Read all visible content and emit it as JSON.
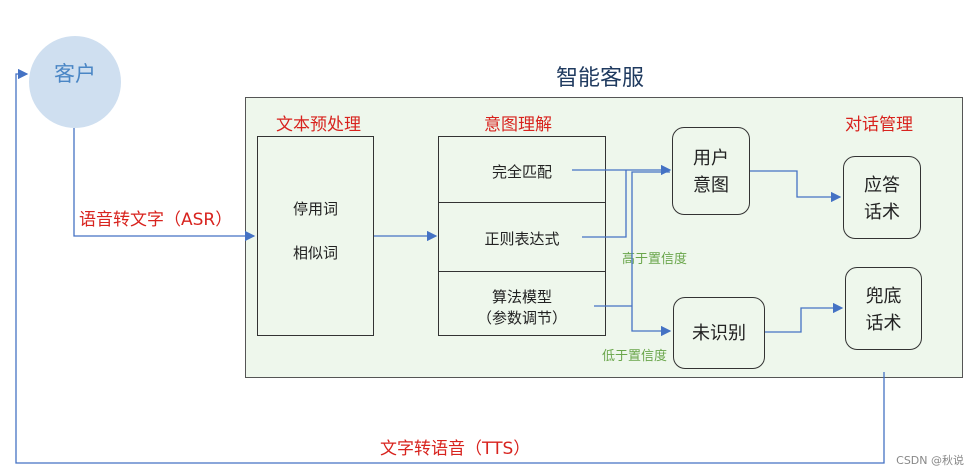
{
  "customer": "客户",
  "service_title": "智能客服",
  "stages": {
    "preprocess": "文本预处理",
    "intent": "意图理解",
    "dialog": "对话管理"
  },
  "preprocess_items": [
    "停用词",
    "相似词"
  ],
  "intent_methods": {
    "exact": "完全匹配",
    "regex": "正则表达式",
    "model_line1": "算法模型",
    "model_line2": "（参数调节）"
  },
  "nodes": {
    "user_intent_line1": "用户",
    "user_intent_line2": "意图",
    "unrecognized": "未识别",
    "answer_line1": "应答",
    "answer_line2": "话术",
    "fallback_line1": "兜底",
    "fallback_line2": "话术"
  },
  "confidence": {
    "high": "高于置信度",
    "low": "低于置信度"
  },
  "flows": {
    "asr": "语音转文字（ASR）",
    "tts": "文字转语音（TTS）"
  },
  "watermark": "CSDN @秋说",
  "colors": {
    "arrow": "#4472c4",
    "panel": "#eef7ec",
    "stage_label": "#d8231e",
    "confidence_label": "#6aa64b",
    "customer_circle": "#cfdff0"
  }
}
